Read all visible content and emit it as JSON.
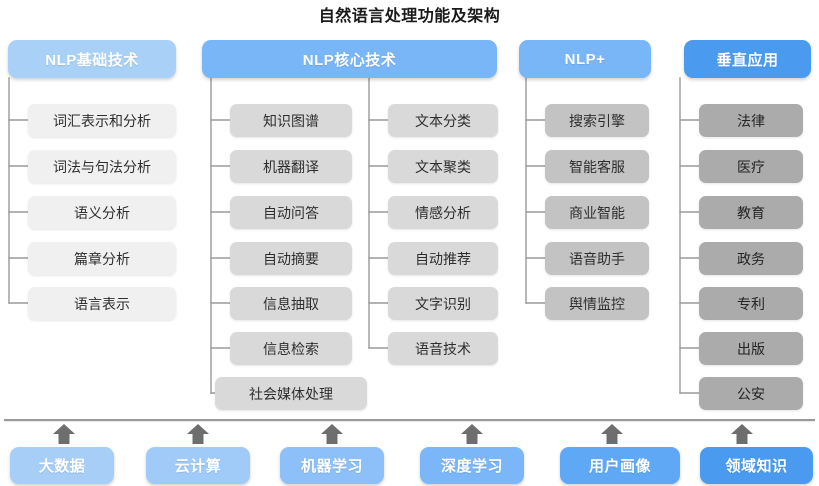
{
  "title": "自然语言处理功能及架构",
  "palette": {
    "header_light": "#a9d1f7",
    "header_mid": "#79b6f8",
    "header_deep": "#4a9bf0",
    "node_tone_a": "#f0f0f0",
    "node_tone_b": "#d9d9d9",
    "node_tone_c": "#c3c3c3",
    "node_tone_d": "#ababab",
    "connector": "#9a9a9a",
    "arrow": "#6e6e6e",
    "title_color": "#1a1a1a"
  },
  "columns": [
    {
      "id": "nlp-basic",
      "header": "NLP基础技术",
      "header_color": "#a9d1f7",
      "tone": "tone-a",
      "items": [
        "词汇表示和分析",
        "词法与句法分析",
        "语义分析",
        "篇章分析",
        "语言表示"
      ]
    },
    {
      "id": "nlp-core-left",
      "header": "NLP核心技术",
      "header_color": "#79b6f8",
      "tone": "tone-b",
      "items": [
        "知识图谱",
        "机器翻译",
        "自动问答",
        "自动摘要",
        "信息抽取",
        "信息检索",
        "社会媒体处理"
      ]
    },
    {
      "id": "nlp-core-right",
      "header": "",
      "header_color": "#79b6f8",
      "tone": "tone-b",
      "items": [
        "文本分类",
        "文本聚类",
        "情感分析",
        "自动推荐",
        "文字识别",
        "语音技术"
      ]
    },
    {
      "id": "nlp-plus",
      "header": "NLP+",
      "header_color": "#79b6f8",
      "tone": "tone-c",
      "items": [
        "搜索引擎",
        "智能客服",
        "商业智能",
        "语音助手",
        "舆情监控"
      ]
    },
    {
      "id": "vertical-apps",
      "header": "垂直应用",
      "header_color": "#4a9bf0",
      "tone": "tone-d",
      "items": [
        "法律",
        "医疗",
        "教育",
        "政务",
        "专利",
        "出版",
        "公安"
      ]
    }
  ],
  "foundation": {
    "items": [
      {
        "label": "大数据",
        "color": "#a6cef7"
      },
      {
        "label": "云计算",
        "color": "#a0caf7"
      },
      {
        "label": "机器学习",
        "color": "#8dc0f8"
      },
      {
        "label": "深度学习",
        "color": "#7ab6f8"
      },
      {
        "label": "用户画像",
        "color": "#5fa8f5"
      },
      {
        "label": "领域知识",
        "color": "#4a9bf0"
      }
    ],
    "arrow_icon": "arrow-up-icon"
  }
}
